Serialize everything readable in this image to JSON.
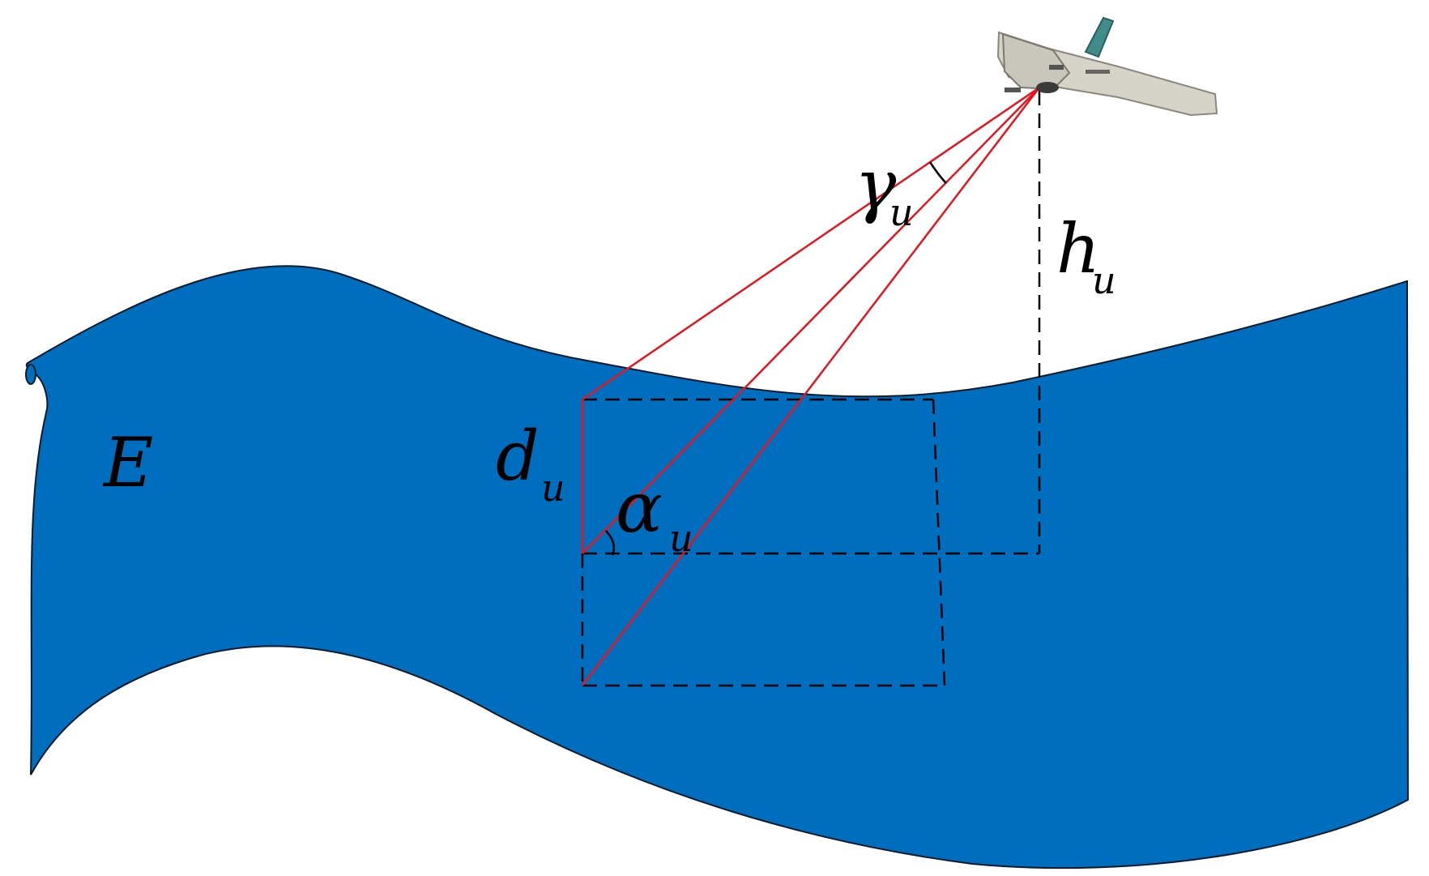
{
  "labels": {
    "plane": "E",
    "gamma": "γ",
    "gamma_sub": "u",
    "height": "h",
    "height_sub": "u",
    "distance": "d",
    "distance_sub": "u",
    "alpha": "α",
    "alpha_sub": "u"
  },
  "colors": {
    "surface_fill": "#006ebf",
    "surface_edge": "#0b1a2a",
    "rays": "#e8141c",
    "dashed_lines": "#000000",
    "uav_body": "#d6d3c9",
    "uav_tail": "#3f8c8a"
  },
  "icons": {
    "uav": "fixed-wing-uav-icon"
  }
}
